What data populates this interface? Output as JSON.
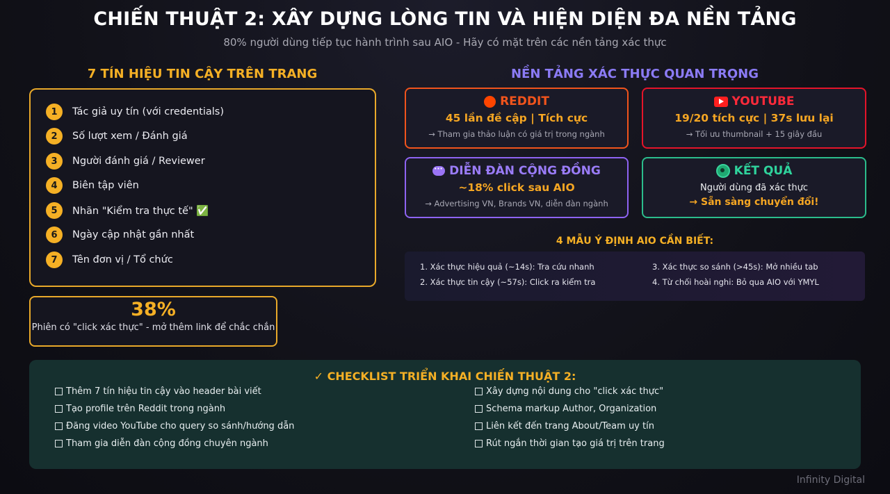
{
  "title": "CHIẾN THUẬT 2: XÂY DỰNG LÒNG TIN VÀ HIỆN DIỆN ĐA NỀN TẢNG",
  "subtitle": "80% người dùng tiếp tục hành trình sau AIO - Hãy có mặt trên các nền tảng xác thực",
  "signals": {
    "heading": "7 TÍN HIỆU TIN CẬY TRÊN TRANG",
    "items": [
      {
        "num": "1",
        "label": "Tác giả uy tín (với credentials)"
      },
      {
        "num": "2",
        "label": "Số lượt xem / Đánh giá"
      },
      {
        "num": "3",
        "label": "Người đánh giá / Reviewer"
      },
      {
        "num": "4",
        "label": "Biên tập viên"
      },
      {
        "num": "5",
        "label": "Nhãn \"Kiểm tra thực tế\" ✅"
      },
      {
        "num": "6",
        "label": "Ngày cập nhật gần nhất"
      },
      {
        "num": "7",
        "label": "Tên đơn vị / Tổ chức"
      }
    ],
    "stat": {
      "value": "38%",
      "label": "Phiên có \"click xác thực\" - mở thêm link để chắc chắn"
    }
  },
  "platforms": {
    "heading": "NỀN TẢNG XÁC THỰC QUAN TRỌNG",
    "reddit": {
      "icon": "reddit-icon",
      "title": "REDDIT",
      "line": "45 lần đề cập | Tích cực",
      "note": "→ Tham gia thảo luận có giá trị trong ngành",
      "color": "#f1541c"
    },
    "youtube": {
      "icon": "youtube-icon",
      "title": "YOUTUBE",
      "line": "19/20 tích cực | 37s lưu lại",
      "note": "→ Tối ưu thumbnail + 15 giây đầu",
      "color": "#e5142a"
    },
    "forum": {
      "icon": "chat-bubble-icon",
      "title": "DIỄN ĐÀN CỘNG ĐỒNG",
      "line": "~18% click sau AIO",
      "note": "→ Advertising VN, Brands VN, diễn đàn ngành",
      "color": "#8e63f2"
    },
    "result": {
      "icon": "target-icon",
      "title": "KẾT QUẢ",
      "line": "Người dùng đã xác thực",
      "cta": "→ Sẵn sàng chuyển đổi!",
      "color": "#2bbd8c"
    }
  },
  "intents": {
    "heading": "4 MẪU Ý ĐỊNH AIO CẦN BIẾT:",
    "items": [
      "1. Xác thực hiệu quả (~14s): Tra cứu nhanh",
      "2. Xác thực tin cậy (~57s): Click ra kiểm tra",
      "3. Xác thực so sánh (>45s): Mở nhiều tab",
      "4. Từ chối hoài nghi: Bỏ qua AIO với YMYL"
    ]
  },
  "checklist": {
    "heading": "✓ CHECKLIST TRIỂN KHAI CHIẾN THUẬT 2:",
    "left": [
      "Thêm 7 tín hiệu tin cậy vào header bài viết",
      "Tạo profile trên Reddit trong ngành",
      "Đăng video YouTube cho query so sánh/hướng dẫn",
      "Tham gia diễn đàn cộng đồng chuyên ngành"
    ],
    "right": [
      "Xây dựng nội dung cho \"click xác thực\"",
      "Schema markup Author, Organization",
      "Liên kết đến trang About/Team uy tín",
      "Rút ngắn thời gian tạo giá trị trên trang"
    ]
  },
  "brand": "Infinity Digital",
  "colors": {
    "accent": "#f5b025",
    "purple": "#8b7bf5",
    "checklist_bg": "#16302f"
  }
}
